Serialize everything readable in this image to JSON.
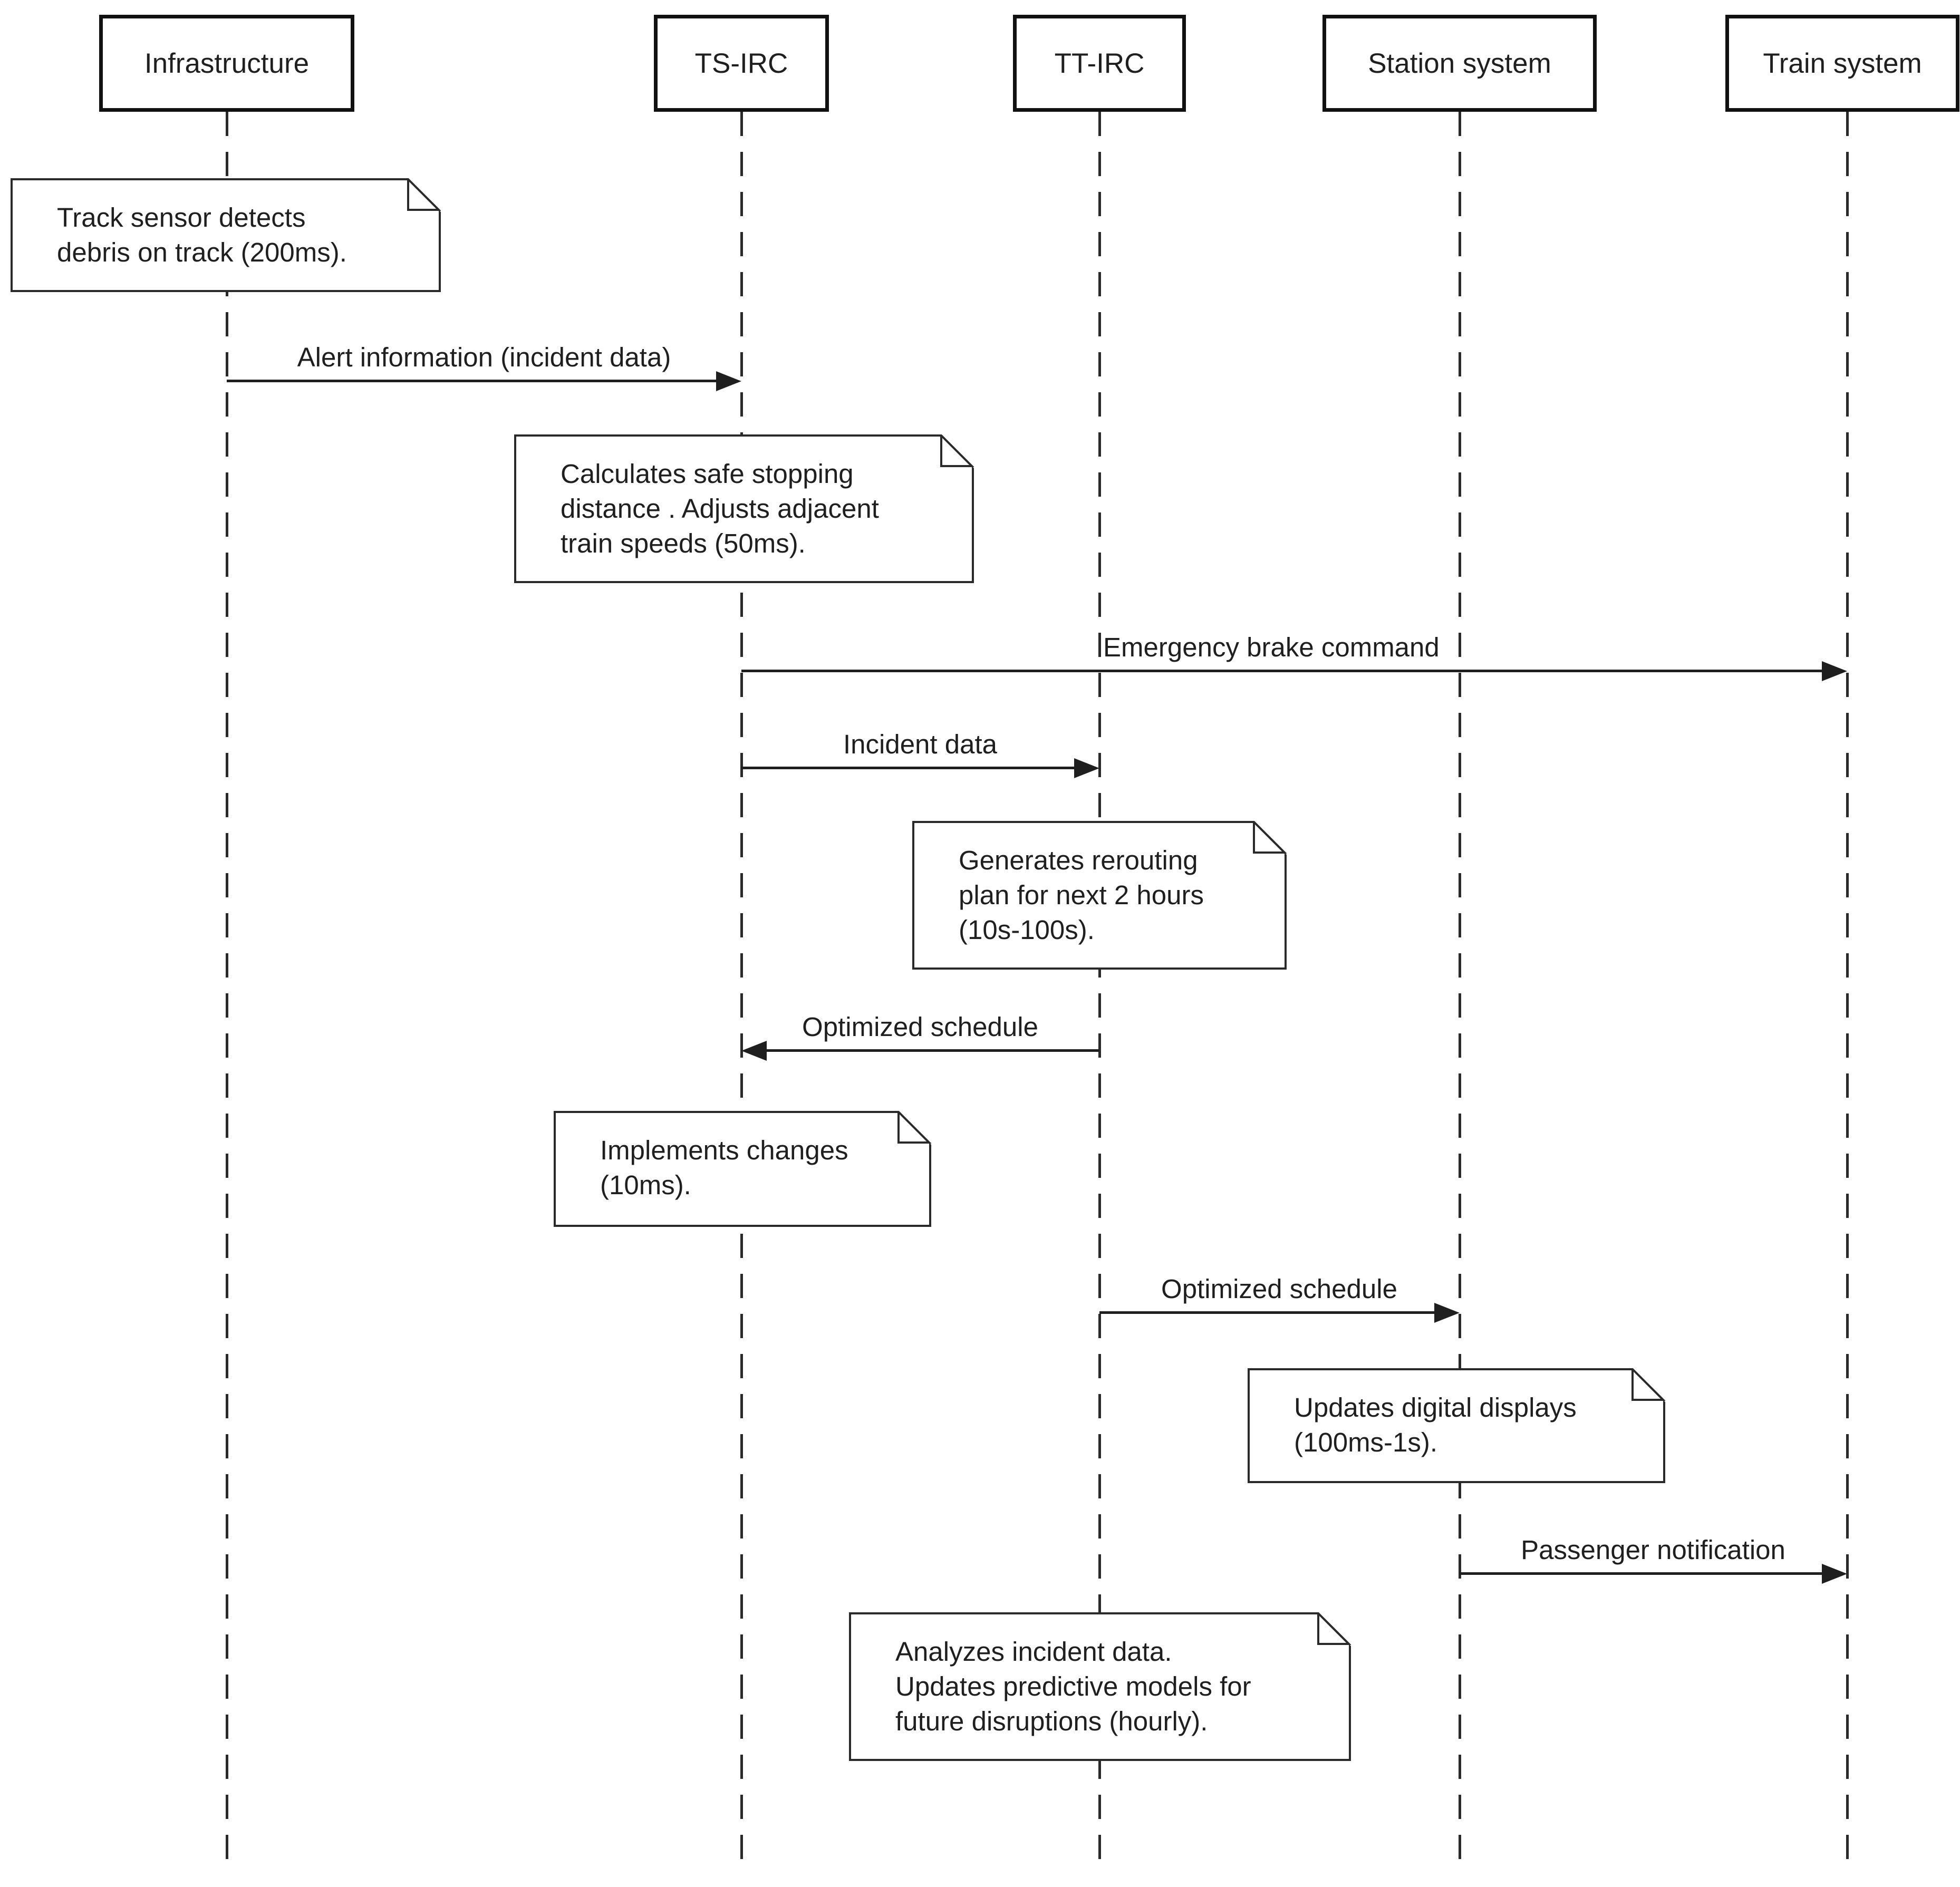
{
  "participants": [
    {
      "label": "Infrastructure"
    },
    {
      "label": "TS-IRC"
    },
    {
      "label": "TT-IRC"
    },
    {
      "label": "Station system"
    },
    {
      "label": "Train system"
    }
  ],
  "messages": [
    {
      "label": "Alert information (incident data)",
      "from": "Infrastructure",
      "to": "TS-IRC"
    },
    {
      "label": "Emergency brake command",
      "from": "TS-IRC",
      "to": "Train system"
    },
    {
      "label": "Incident data",
      "from": "TS-IRC",
      "to": "TT-IRC"
    },
    {
      "label": "Optimized schedule",
      "from": "TT-IRC",
      "to": "TS-IRC"
    },
    {
      "label": "Optimized schedule",
      "from": "TT-IRC",
      "to": "Station system"
    },
    {
      "label": "Passenger notification",
      "from": "Station system",
      "to": "Train system"
    }
  ],
  "notes": [
    {
      "text": "Track sensor detects\ndebris on track (200ms)."
    },
    {
      "text": "Calculates safe stopping\ndistance . Adjusts adjacent\ntrain speeds (50ms)."
    },
    {
      "text": "Generates rerouting\nplan for next 2 hours\n(10s-100s)."
    },
    {
      "text": "Implements changes\n(10ms)."
    },
    {
      "text": "Updates digital displays\n(100ms-1s)."
    },
    {
      "text": "Analyzes incident data.\nUpdates predictive models for\nfuture disruptions (hourly)."
    }
  ],
  "colors": {
    "line": "#1f1f1f",
    "background": "#ffffff"
  }
}
